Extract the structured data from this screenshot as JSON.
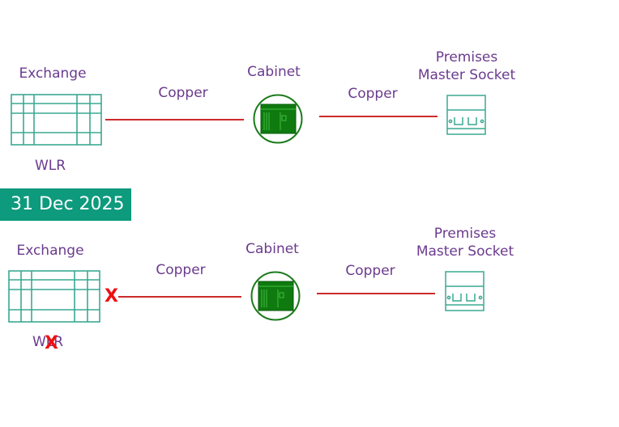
{
  "top": {
    "exchange_label": "Exchange",
    "cabinet_label": "Cabinet",
    "premises_line1": "Premises",
    "premises_line2": "Master Socket",
    "copper_left": "Copper",
    "copper_right": "Copper",
    "service_label": "WLR"
  },
  "date_banner": "31 Dec 2025",
  "bottom": {
    "exchange_label": "Exchange",
    "cabinet_label": "Cabinet",
    "premises_line1": "Premises",
    "premises_line2": "Master Socket",
    "copper_left": "Copper",
    "copper_right": "Copper",
    "service_label": "WLR",
    "cross_mark": "X"
  },
  "colors": {
    "label": "#6b3a8e",
    "equipment": "#3aa892",
    "cabinet": "#1b7a1b",
    "copper_line": "#cc2a2a",
    "banner": "#0d9a7d",
    "cross": "#ee1111"
  }
}
